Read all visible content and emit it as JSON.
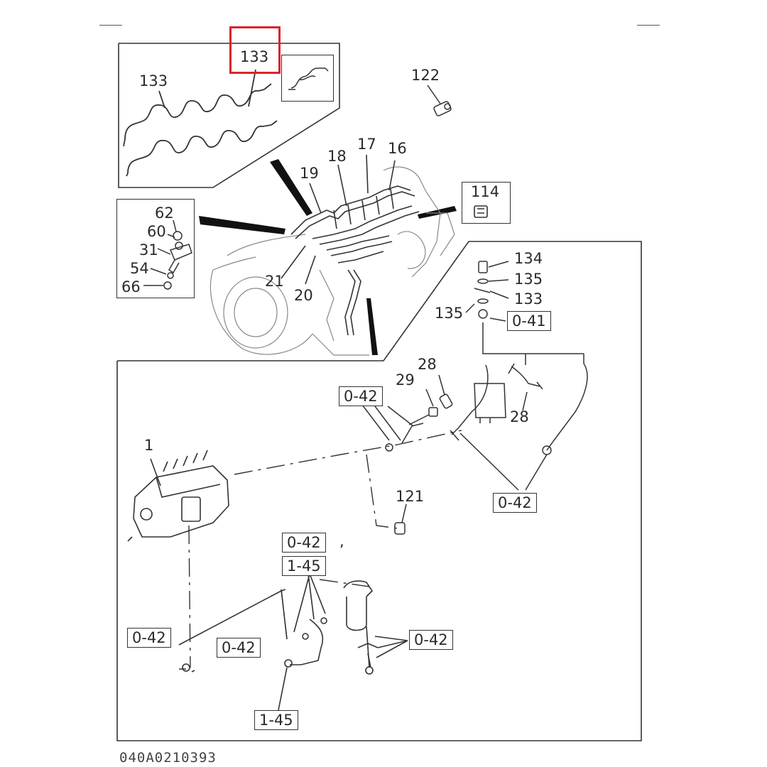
{
  "diagram": {
    "drawing_code": "040A0210393",
    "highlight_label": "133",
    "labels": {
      "l133a": "133",
      "l122": "122",
      "l17": "17",
      "l16": "16",
      "l18": "18",
      "l19": "19",
      "l114": "114",
      "l62": "62",
      "l60": "60",
      "l31": "31",
      "l54": "54",
      "l66": "66",
      "l21": "21",
      "l20": "20",
      "l134": "134",
      "l135a": "135",
      "l133b": "133",
      "l135b": "135",
      "l28a": "28",
      "l29": "29",
      "l28b": "28",
      "l1": "1",
      "l121": "121"
    },
    "refs": {
      "r041": "0-41",
      "r042a": "0-42",
      "r042b": "0-42",
      "r042c": "0-42",
      "r145a": "1-45",
      "r042d": "0-42",
      "r042e": "0-42",
      "r042f": "0-42",
      "r145b": "1-45"
    },
    "separator": ","
  }
}
